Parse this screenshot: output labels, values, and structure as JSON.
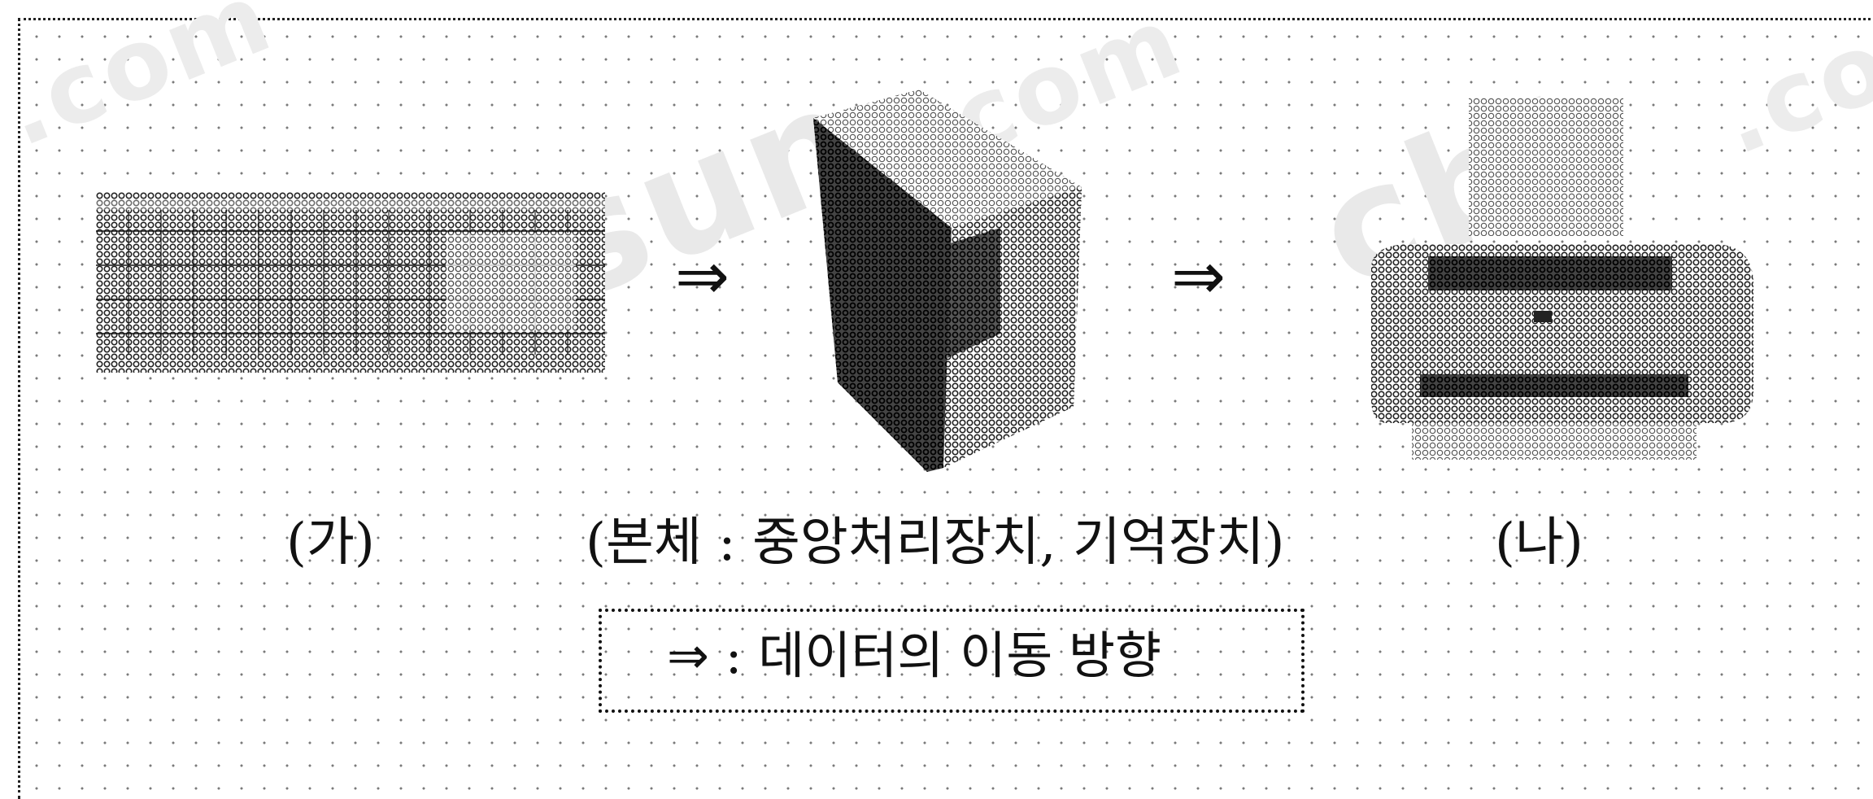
{
  "diagram": {
    "watermark": {
      "brand_left": "osun",
      "brand_right": "cbt",
      "suffix": ".com"
    },
    "arrow_symbol": "⇒",
    "nodes": [
      {
        "id": "input",
        "label": "(가)",
        "icon": "keyboard-icon"
      },
      {
        "id": "system-unit",
        "label": "(본체 : 중앙처리장치, 기억장치)",
        "icon": "computer-case-icon"
      },
      {
        "id": "output",
        "label": "(나)",
        "icon": "printer-icon"
      }
    ],
    "legend": {
      "symbol": "⇒",
      "separator": ":",
      "text": "데이터의 이동 방향"
    }
  }
}
